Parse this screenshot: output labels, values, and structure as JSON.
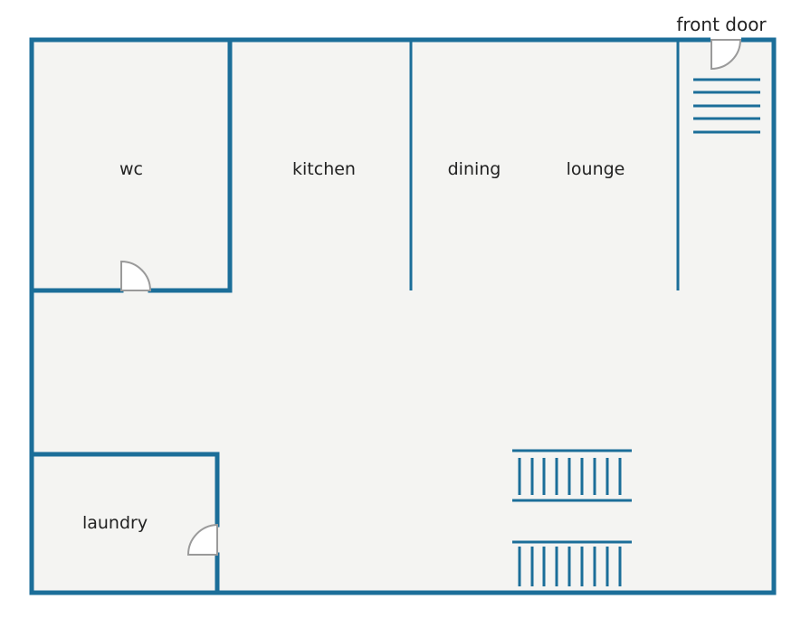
{
  "plan": {
    "rooms": {
      "wc": "wc",
      "kitchen": "kitchen",
      "dining": "dining",
      "lounge": "lounge",
      "laundry": "laundry"
    },
    "front_door_label": "front door"
  },
  "colors": {
    "wall": "#1b6e99",
    "floor": "#f4f4f2",
    "door": "#9a9a9a",
    "text": "#222222"
  },
  "icons": {
    "door": "door-swing-arc",
    "stairs": "stairs-treads"
  }
}
